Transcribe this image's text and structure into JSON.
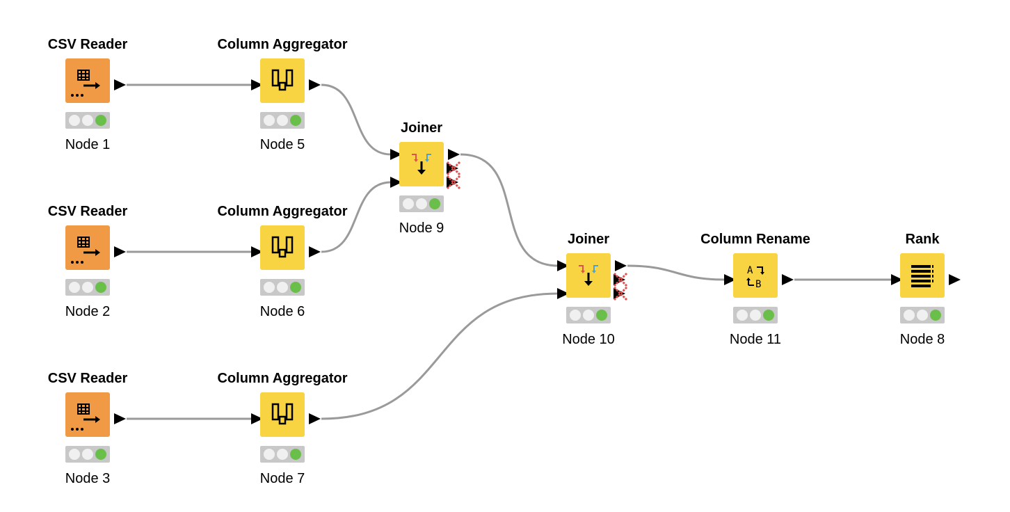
{
  "nodes": {
    "n1": {
      "title": "CSV Reader",
      "label": "Node 1",
      "icon": "csv-reader-icon"
    },
    "n2": {
      "title": "CSV Reader",
      "label": "Node 2",
      "icon": "csv-reader-icon"
    },
    "n3": {
      "title": "CSV Reader",
      "label": "Node 3",
      "icon": "csv-reader-icon"
    },
    "n5": {
      "title": "Column Aggregator",
      "label": "Node 5",
      "icon": "column-aggregator-icon"
    },
    "n6": {
      "title": "Column Aggregator",
      "label": "Node 6",
      "icon": "column-aggregator-icon"
    },
    "n7": {
      "title": "Column Aggregator",
      "label": "Node 7",
      "icon": "column-aggregator-icon"
    },
    "n9": {
      "title": "Joiner",
      "label": "Node 9",
      "icon": "joiner-icon"
    },
    "n10": {
      "title": "Joiner",
      "label": "Node 10",
      "icon": "joiner-icon"
    },
    "n11": {
      "title": "Column Rename",
      "label": "Node 11",
      "icon": "column-rename-icon"
    },
    "n8": {
      "title": "Rank",
      "label": "Node 8",
      "icon": "rank-icon"
    }
  },
  "connections": [
    {
      "from": "n1",
      "to": "n5"
    },
    {
      "from": "n2",
      "to": "n6"
    },
    {
      "from": "n3",
      "to": "n7"
    },
    {
      "from": "n5",
      "to": "n9"
    },
    {
      "from": "n6",
      "to": "n9"
    },
    {
      "from": "n9",
      "to": "n10"
    },
    {
      "from": "n7",
      "to": "n10"
    },
    {
      "from": "n10",
      "to": "n11"
    },
    {
      "from": "n11",
      "to": "n8"
    }
  ],
  "colors": {
    "reader": "#F19A46",
    "manipulator": "#F9D442",
    "status_ok": "#6abf4b",
    "edge": "#9a9a9a",
    "inactive_port": "#e05050"
  }
}
